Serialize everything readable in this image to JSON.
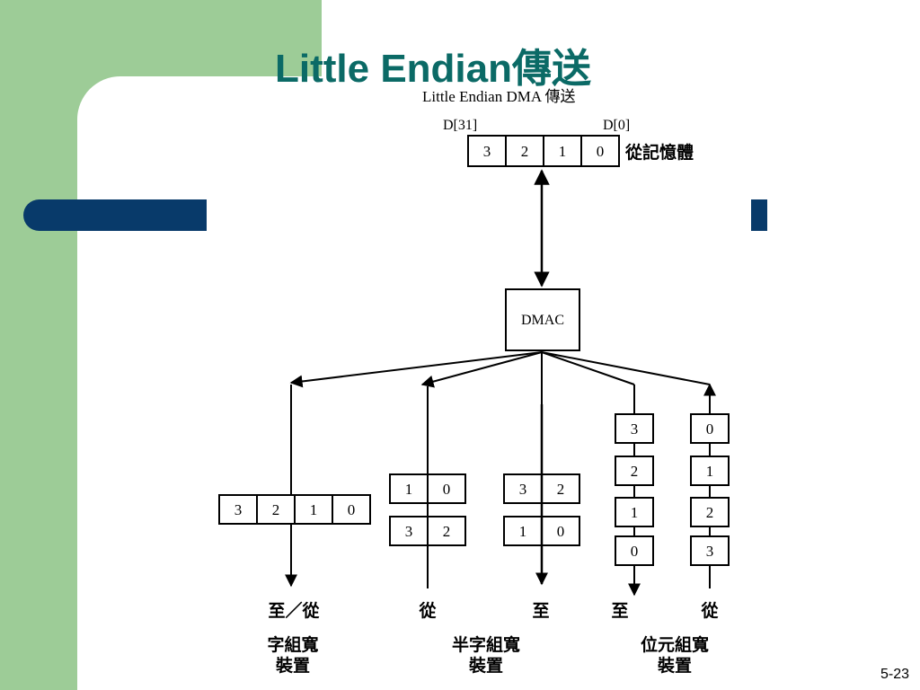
{
  "slide": {
    "title": "Little Endian傳送",
    "page_number": "5-23"
  },
  "diagram": {
    "caption": "Little Endian DMA 傳送",
    "memory": {
      "msb_label": "D[31]",
      "lsb_label": "D[0]",
      "bytes": [
        "3",
        "2",
        "1",
        "0"
      ],
      "label": "從記憶體"
    },
    "dmac_label": "DMAC",
    "word_device": {
      "bytes": [
        "3",
        "2",
        "1",
        "0"
      ],
      "direction": "至／從",
      "label_line1": "字組寬",
      "label_line2": "裝置"
    },
    "halfword_device": {
      "from_rows": [
        [
          "1",
          "0"
        ],
        [
          "3",
          "2"
        ]
      ],
      "to_rows": [
        [
          "3",
          "2"
        ],
        [
          "1",
          "0"
        ]
      ],
      "from_label": "從",
      "to_label": "至",
      "label_line1": "半字組寬",
      "label_line2": "裝置"
    },
    "byte_device": {
      "to_bytes": [
        "3",
        "2",
        "1",
        "0"
      ],
      "from_bytes": [
        "0",
        "1",
        "2",
        "3"
      ],
      "to_label": "至",
      "from_label": "從",
      "label_line1": "位元組寬",
      "label_line2": "裝置"
    }
  }
}
